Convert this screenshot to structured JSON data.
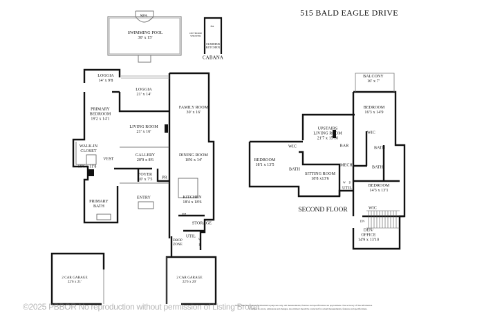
{
  "title": "515 BALD EAGLE DRIVE",
  "exterior": {
    "spa": "SPA",
    "pool": {
      "name": "SWIMMING POOL",
      "size": "30' x 15'"
    },
    "outdoor_shower": [
      "OUTDOOR",
      "SHOWER"
    ],
    "ba": "BA",
    "summer_kitchen": [
      "SUMMER",
      "KITCHEN"
    ],
    "cabana": "CABANA"
  },
  "first_floor": {
    "loggia_small": {
      "name": "LOGGIA",
      "size": "14' x 9'8"
    },
    "loggia_large": {
      "name": "LOGGIA",
      "size": "21' x 14'"
    },
    "family_room": {
      "name": "FAMILY ROOM",
      "size": "30' x 16'"
    },
    "primary_bedroom": {
      "name": [
        "PRIMARY",
        "BEDROOM"
      ],
      "size": "19'2 x 14'1"
    },
    "living_room": {
      "name": "LIVING ROOM",
      "size": "21' x 16'"
    },
    "walk_in_closet": {
      "name": [
        "WALK-IN",
        "CLOSET"
      ],
      "size": "18'6 x 11'8"
    },
    "vest": "VEST",
    "gallery": {
      "name": "GALLERY",
      "size": "20'9 x 8'6"
    },
    "dining_room": {
      "name": "DINING ROOM",
      "size": "18'6 x 14'"
    },
    "foyer": {
      "name": "FOYER",
      "size": "10' x 7'5"
    },
    "pr": "PR",
    "entry": "ENTRY",
    "primary_bath": [
      "PRIMARY",
      "BATH"
    ],
    "kitchen": {
      "name": "KITCHEN",
      "size": "18'4 x 18'6"
    },
    "up": "UP",
    "storage": "STORAGE",
    "util": "UTIL",
    "w": "W",
    "d": "D",
    "drop_zone": [
      "DROP",
      "ZONE"
    ],
    "garage_left": {
      "name": "2 CAR GARAGE",
      "size": "22'6 x 21'"
    },
    "garage_right": {
      "name": "2 CAR GARAGE",
      "size": "22'6 x 20'"
    }
  },
  "second_floor": {
    "label": "SECOND FLOOR",
    "balcony": {
      "name": "BALCONY",
      "size": "16' x 7'"
    },
    "bedroom_top": {
      "name": "BEDROOM",
      "size": "16'3 x 14'9"
    },
    "upstairs_living": {
      "name": [
        "UPSTAIRS",
        "LIVING ROOM"
      ],
      "size": "21'7 x 15'10"
    },
    "wic_left": "WIC",
    "bar": "BAR",
    "wic_right_top": "WIC",
    "bath_right_top": "BATH",
    "bedroom_left": {
      "name": "BEDROOM",
      "size": "18'1 x 13'5"
    },
    "bath_left": "BATH",
    "bath_right_mid": "BATH",
    "mech": "MECH",
    "sitting_room": {
      "name": "SITTING ROOM",
      "size": "18'8 x13'6"
    },
    "w": "W",
    "d": "D",
    "util": "UTIL",
    "bedroom_right": {
      "name": "BEDROOM",
      "size": "14'3 x 13'1"
    },
    "wic_bottom": "WIC",
    "dn": "DN",
    "den_office": {
      "name": [
        "DEN/",
        "OFFICE"
      ],
      "size": "14'9 x 13'10"
    }
  },
  "watermark": "©2025 PBBOR No reproduction without permission of Listing Broker",
  "disclaimer": [
    "Note: This floor plan is for illustrative purposes only. All measurements, features and specifications are approximate. The accuracy of this information",
    "is subject to errors, omissions and changes. An architect should be contacted for actual measurements, features and specifications."
  ]
}
